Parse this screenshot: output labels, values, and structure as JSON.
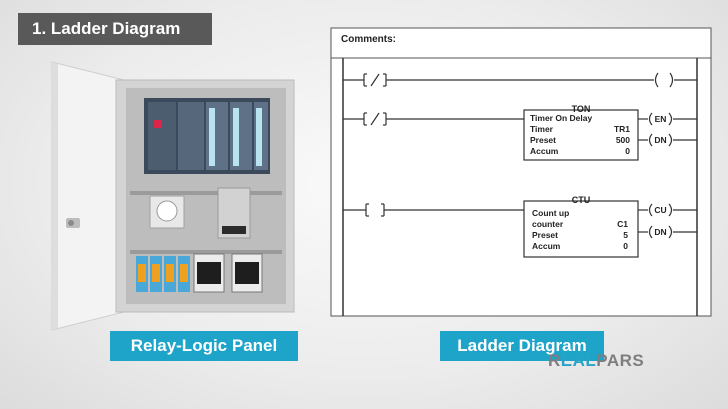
{
  "header": {
    "title": "1. Ladder Diagram"
  },
  "captions": {
    "relay_panel": "Relay-Logic Panel",
    "ladder": "Ladder Diagram"
  },
  "logo": {
    "pre": "R",
    "accent": "EAL",
    "post": "PARS"
  },
  "ladder": {
    "comments_label": "Comments:",
    "contact_nc": "]/[",
    "contact_no": "] [",
    "coil": "( )",
    "ton": {
      "name": "TON",
      "line1": "Timer On Delay",
      "timer_label": "Timer",
      "timer_value": "TR1",
      "preset_label": "Preset",
      "preset_value": "500",
      "accum_label": "Accum",
      "accum_value": "0",
      "en": "EN",
      "dn": "DN"
    },
    "ctu": {
      "name": "CTU",
      "line1": "Count up",
      "line2": "counter",
      "counter_value": "C1",
      "preset_label": "Preset",
      "preset_value": "5",
      "accum_label": "Accum",
      "accum_value": "0",
      "cu": "CU",
      "dn": "DN"
    }
  },
  "colors": {
    "accent": "#1ea3c9",
    "title_bg": "#595959",
    "cabinet": "#c8c8c8",
    "door": "#f2f2f2"
  }
}
